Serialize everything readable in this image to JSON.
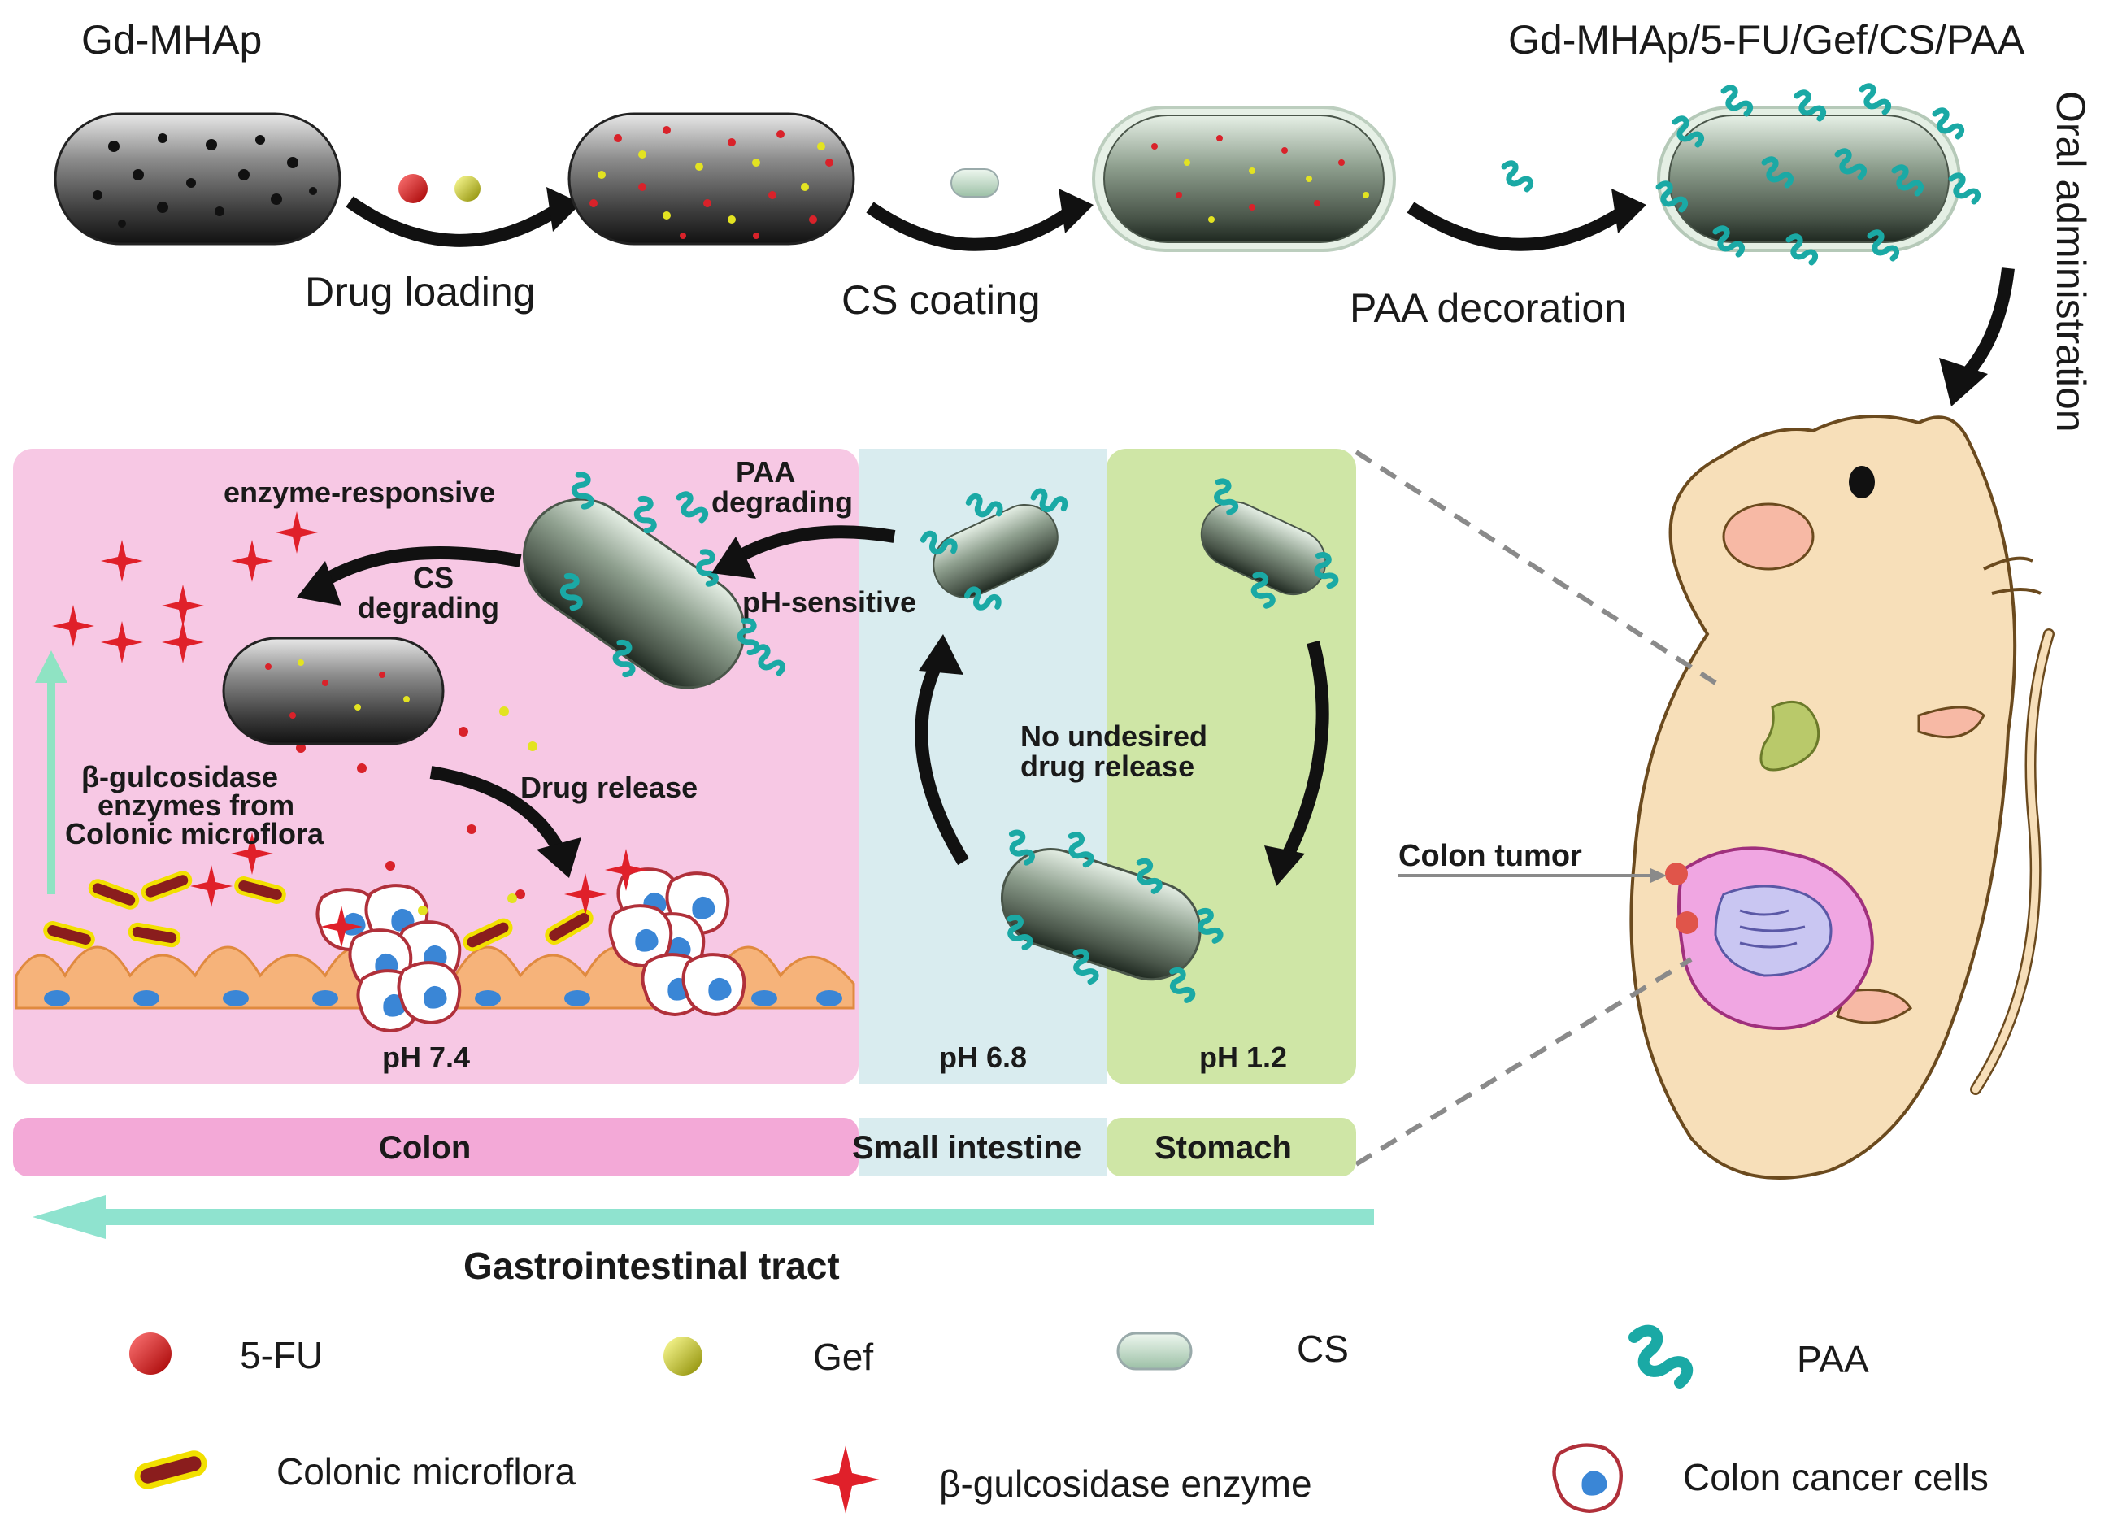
{
  "top": {
    "title_left": "Gd-MHAp",
    "title_right": "Gd-MHAp/5-FU/Gef/CS/PAA",
    "steps": [
      "Drug loading",
      "CS coating",
      "PAA decoration"
    ],
    "oral": "Oral administration"
  },
  "panel": {
    "colon": {
      "enzyme_responsive": "enzyme-responsive",
      "cs_degrading_1": "CS",
      "cs_degrading_2": "degrading",
      "paa_degrading_1": "PAA",
      "paa_degrading_2": "degrading",
      "enzymes_1": "β-gulcosidase",
      "enzymes_2": "enzymes from",
      "enzymes_3": "Colonic microflora",
      "drug_release": "Drug release",
      "ph": "pH 7.4"
    },
    "small_intestine": {
      "ph_sensitive": "pH-sensitive",
      "ph": "pH 6.8"
    },
    "stomach": {
      "no_release_1": "No undesired",
      "no_release_2": "drug release",
      "ph": "pH 1.2"
    }
  },
  "mouse": {
    "colon_tumor": "Colon tumor"
  },
  "bars": {
    "colon": "Colon",
    "small_intestine": "Small intestine",
    "stomach": "Stomach"
  },
  "tract": "Gastrointestinal tract",
  "legend": {
    "five_fu": "5-FU",
    "gef": "Gef",
    "cs": "CS",
    "paa": "PAA",
    "microflora": "Colonic microflora",
    "enzyme": "β-gulcosidase enzyme",
    "cancer_cells": "Colon cancer cells"
  },
  "colors": {
    "colon_zone": "#f7c8e4",
    "small_intestine_zone": "#d9ecef",
    "stomach_zone": "#cfe6a6",
    "colon_bar": "#f3a9d7",
    "tract_arrow": "#8fe3cf",
    "drug_red": "#d9222a",
    "drug_yellow": "#e3e321",
    "paa_teal": "#1fb7b0"
  }
}
